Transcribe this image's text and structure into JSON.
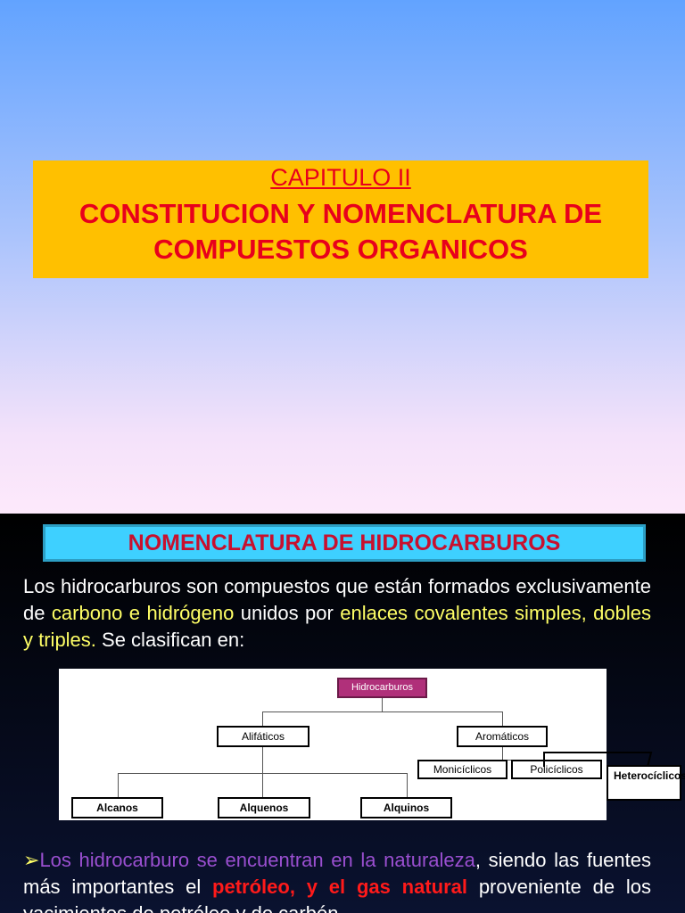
{
  "slide1": {
    "chapter": "CAPITULO II",
    "title_line1": "CONSTITUCION Y NOMENCLATURA DE",
    "title_line2": "COMPUESTOS ORGANICOS"
  },
  "slide2": {
    "heading": "NOMENCLATURA DE HIDROCARBUROS",
    "intro": {
      "part1": "Los hidrocarburos son compuestos que están formados exclusivamente de ",
      "highlight1": "carbono e hidrógeno",
      "part2": " unidos por ",
      "highlight2": "enlaces covalentes simples, dobles y triples.",
      "part3": " Se clasifican en:"
    },
    "diagram": {
      "root": "Hidrocarburos",
      "alifaticos": "Alifáticos",
      "aromaticos": "Aromáticos",
      "monociclicos": "Monicíclicos",
      "policiclicos": "Policíclicos",
      "heterociclicos": "Heterocíclicos",
      "alcanos": "Alcanos",
      "alquenos": "Alquenos",
      "alquinos": "Alquinos"
    },
    "bottom": {
      "bullet": "➢",
      "purple": "Los hidrocarburo se encuentran en la naturaleza",
      "part1": ", siendo las fuentes más importantes el ",
      "red": "petróleo, y el gas natural",
      "part2": " proveniente de los yacimientos de petróleo y de carbón."
    }
  }
}
